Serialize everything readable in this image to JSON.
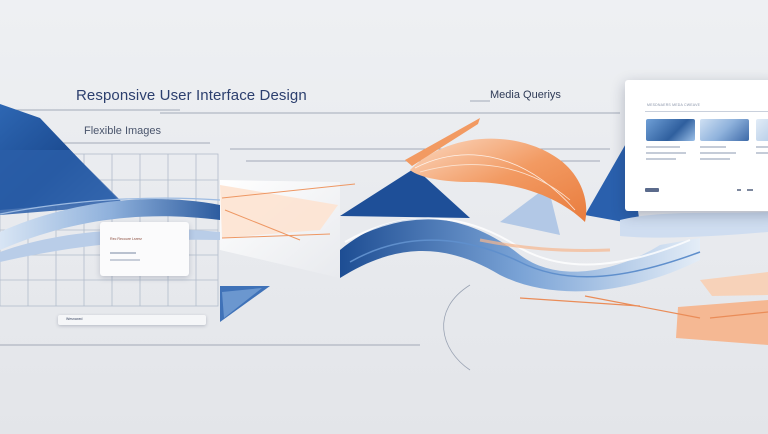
{
  "header": {
    "title": "Responsive User Interface Design",
    "subtitle": "Flexible Images",
    "media_label": "Media Queriys"
  },
  "card": {
    "label": "Rec Recoure  Lsrerz"
  },
  "searchbar": {
    "text": "Wesnaxed"
  },
  "panel": {
    "title": "MESDNAERS MEDA CWEAVE"
  },
  "colors": {
    "background": "#eef0f3",
    "blue_dark": "#1f4f96",
    "blue_mid": "#4d7fc2",
    "blue_light": "#c9daef",
    "orange": "#f09a66",
    "orange_light": "#f6c3a0",
    "text_navy": "#2c3f6e"
  },
  "icons": [
    "search-bar-glyph"
  ]
}
